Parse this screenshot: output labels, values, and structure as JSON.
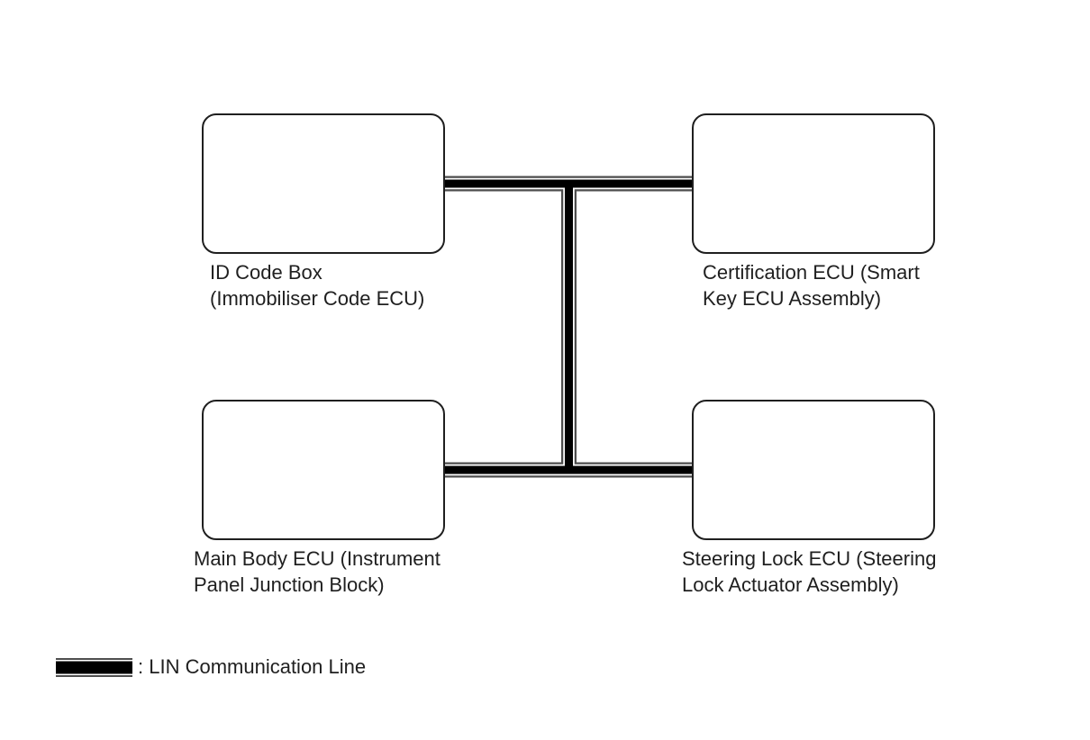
{
  "diagram": {
    "type": "communication-topology",
    "nodes": [
      {
        "id": "id-code-box",
        "label": "ID Code Box\n(Immobiliser Code ECU)"
      },
      {
        "id": "certification-ecu",
        "label": "Certification ECU (Smart\nKey ECU Assembly)"
      },
      {
        "id": "main-body-ecu",
        "label": "Main Body ECU (Instrument\nPanel Junction Block)"
      },
      {
        "id": "steering-lock-ecu",
        "label": "Steering Lock ECU (Steering\nLock Actuator Assembly)"
      }
    ],
    "edges": [
      {
        "from": "id-code-box",
        "to": "lin-bus"
      },
      {
        "from": "certification-ecu",
        "to": "lin-bus"
      },
      {
        "from": "main-body-ecu",
        "to": "lin-bus"
      },
      {
        "from": "steering-lock-ecu",
        "to": "lin-bus"
      }
    ],
    "legend": {
      "label": ": LIN Communication Line"
    },
    "colors": {
      "background": "#ffffff",
      "line_core": "#000000",
      "line_outline": "#4d4d4d",
      "box_border": "#1f1f1f",
      "text": "#1f1f1f"
    }
  }
}
